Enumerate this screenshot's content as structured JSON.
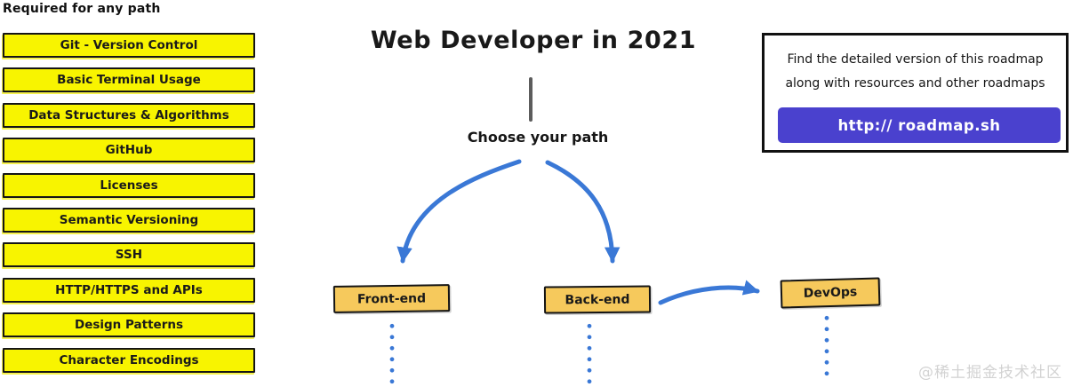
{
  "page": {
    "watermark": "@稀土掘金技术社区"
  },
  "left_panel": {
    "heading": "Required for any path",
    "items": [
      "Git - Version Control",
      "Basic Terminal Usage",
      "Data Structures & Algorithms",
      "GitHub",
      "Licenses",
      "Semantic Versioning",
      "SSH",
      "HTTP/HTTPS and APIs",
      "Design Patterns",
      "Character Encodings"
    ]
  },
  "center": {
    "title": "Web Developer in 2021",
    "choose_label": "Choose your path",
    "paths": [
      "Front-end",
      "Back-end",
      "DevOps"
    ]
  },
  "info_box": {
    "line1": "Find the detailed version of this roadmap",
    "line2": "along with resources and other roadmaps",
    "button_label": "http:// roadmap.sh"
  },
  "colors": {
    "topic_yellow": "#F8F400",
    "path_orange": "#F6C95C",
    "arrow_blue": "#3A78D6",
    "button_purple": "#4A41CE",
    "connector_gray": "#5C5C5C"
  }
}
